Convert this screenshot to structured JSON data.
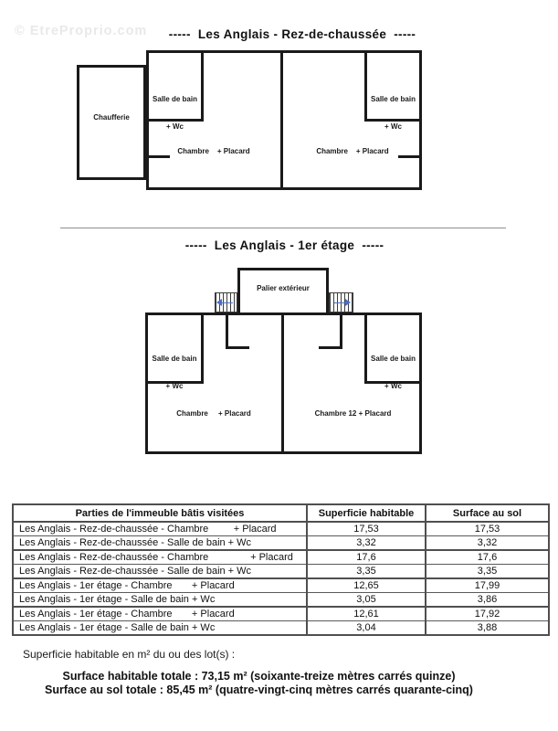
{
  "watermark": "© EtreProprio.com",
  "colors": {
    "wall": "#1a1a1a",
    "stair_arrow_blue": "#4a6fc8",
    "watermark_gray": "#e9e9e9",
    "table_border": "#4f4f4f"
  },
  "ground_floor": {
    "title": "-----  Les Anglais - Rez-de-chaussée  -----",
    "rooms": {
      "chaufferie": "Chaufferie",
      "bathroom_left_line1": "Salle de bain",
      "bathroom_left_line2": "+ Wc",
      "bathroom_right_line1": "Salle de bain",
      "bathroom_right_line2": "+ Wc",
      "bedroom_left": "Chambre    + Placard",
      "bedroom_right": "Chambre    + Placard"
    }
  },
  "first_floor": {
    "title": "-----  Les Anglais - 1er étage  -----",
    "rooms": {
      "landing": "Palier extérieur",
      "bathroom_left_line1": "Salle de bain",
      "bathroom_left_line2": "+ Wc",
      "bathroom_right_line1": "Salle de bain",
      "bathroom_right_line2": "+ Wc",
      "bedroom_left": "Chambre     + Placard",
      "bedroom_right": "Chambre 12 + Placard"
    }
  },
  "table": {
    "headers": {
      "parts": "Parties de l'immeuble bâtis visitées",
      "habitable": "Superficie habitable",
      "floor_area": "Surface au sol"
    },
    "rows": [
      {
        "label": "Les Anglais - Rez-de-chaussée - Chambre         + Placard",
        "habitable": "17,53",
        "floor": "17,53"
      },
      {
        "label": "Les Anglais - Rez-de-chaussée - Salle de bain + Wc",
        "habitable": "3,32",
        "floor": "3,32"
      },
      {
        "label": "Les Anglais - Rez-de-chaussée - Chambre               + Placard",
        "habitable": "17,6",
        "floor": "17,6"
      },
      {
        "label": "Les Anglais - Rez-de-chaussée - Salle de bain + Wc",
        "habitable": "3,35",
        "floor": "3,35"
      },
      {
        "label": "Les Anglais - 1er étage - Chambre       + Placard",
        "habitable": "12,65",
        "floor": "17,99"
      },
      {
        "label": "Les Anglais - 1er étage - Salle de bain + Wc",
        "habitable": "3,05",
        "floor": "3,86"
      },
      {
        "label": "Les Anglais - 1er étage - Chambre       + Placard",
        "habitable": "12,61",
        "floor": "17,92"
      },
      {
        "label": "Les Anglais - 1er étage - Salle de bain + Wc",
        "habitable": "3,04",
        "floor": "3,88"
      }
    ]
  },
  "summary": {
    "intro": "Superficie habitable en m² du ou des lot(s) :",
    "habitable_total": "Surface habitable totale : 73,15 m² (soixante-treize mètres carrés quinze)",
    "floor_total": "Surface au sol totale : 85,45 m² (quatre-vingt-cinq mètres carrés quarante-cinq)"
  }
}
